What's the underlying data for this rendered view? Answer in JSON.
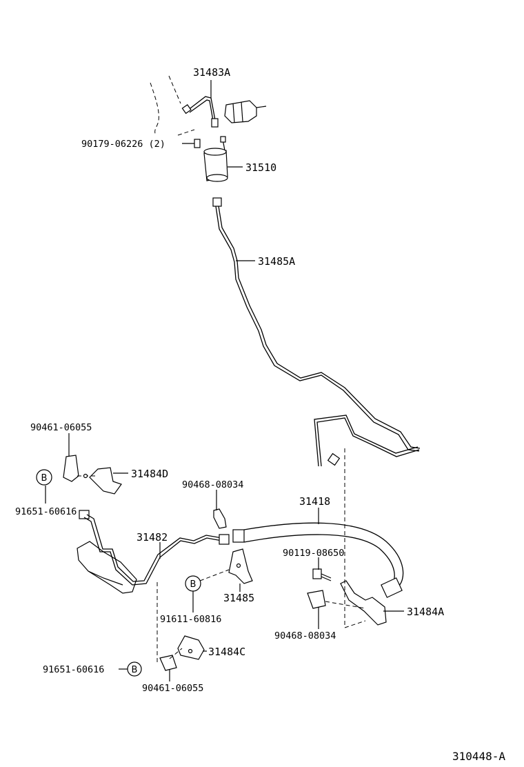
{
  "labels": {
    "p31483A": "31483A",
    "p90179": "90179-06226 (2)",
    "p31510": "31510",
    "p31485A": "31485A",
    "p90461_top": "90461-06055",
    "p31484D": "31484D",
    "p91651_top": "91651-60616",
    "p90468_top": "90468-08034",
    "p31418": "31418",
    "p31482": "31482",
    "p90119": "90119-08650",
    "p31485": "31485",
    "p31484A": "31484A",
    "p91611": "91611-60816",
    "p90468_bottom": "90468-08034",
    "p31484C": "31484C",
    "p91651_bottom": "91651-60616",
    "p90461_bottom": "90461-06055",
    "figure_code": "310448-A"
  },
  "circle_marks": {
    "b1": "B",
    "b2": "B",
    "b3": "B"
  }
}
